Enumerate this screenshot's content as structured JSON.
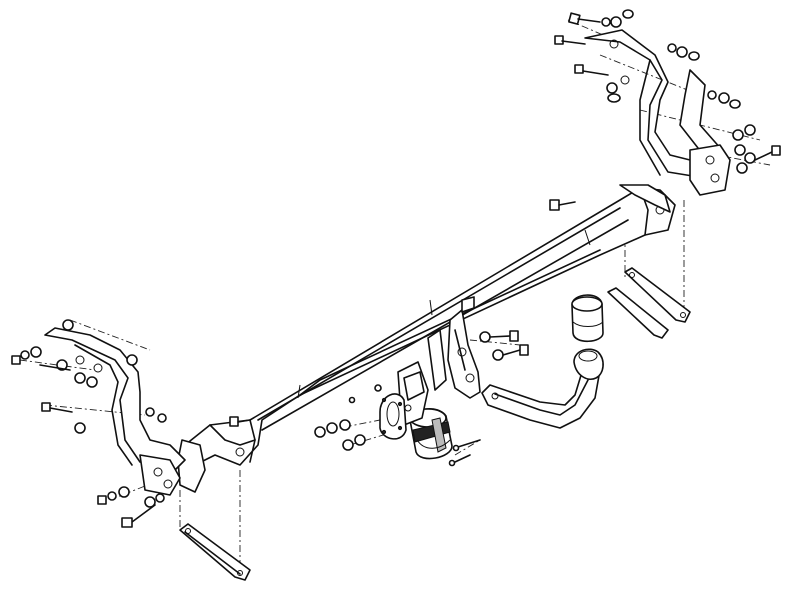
{
  "diagram": {
    "parts": [
      "crossbar",
      "left-side-bracket",
      "right-side-bracket",
      "left-lower-strap",
      "right-lower-strap",
      "tow-ball-neck",
      "ball-cover-cap",
      "electrical-socket",
      "socket-mounting-plate",
      "socket-backing-ring",
      "center-neck-mount",
      "fastener-sets"
    ]
  },
  "colors": {
    "stroke": "#111111",
    "background": "#ffffff",
    "dash": "#222222"
  }
}
